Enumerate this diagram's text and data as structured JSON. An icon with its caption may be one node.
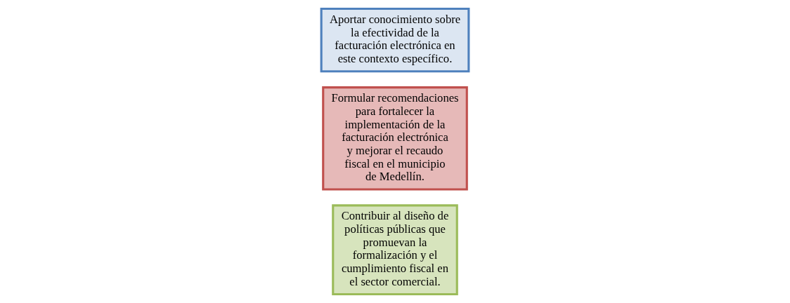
{
  "diagram": {
    "nodes": [
      {
        "text": [
          "Aportar conocimiento sobre la efectividad de la facturación electrónica en este contexto específico."
        ]
      },
      {
        "text": [
          "Formular recomendaciones para fortalecer la implementación de la facturación electrónica y mejorar el recaudo fiscal en el municipio de Medellín."
        ]
      },
      {
        "text": [
          "Contribuir al diseño de políticas públicas que promuevan la formalización y el cumplimiento fiscal en el sector comercial."
        ]
      }
    ]
  }
}
